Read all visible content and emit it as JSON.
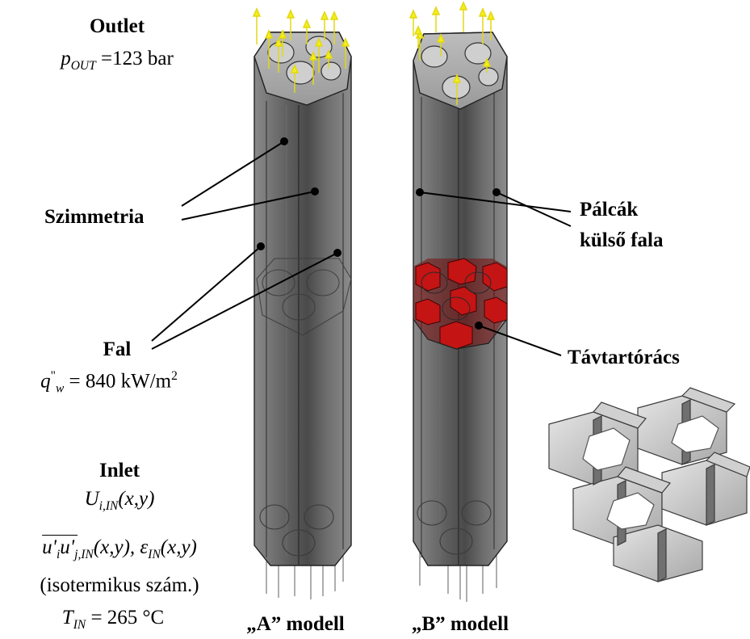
{
  "outlet": {
    "title": "Outlet",
    "p_sym": "p",
    "p_sub": "OUT",
    "p_value": "=123 bar"
  },
  "szimmetria": {
    "label": "Szimmetria"
  },
  "fal": {
    "label": "Fal",
    "q_sym": "q",
    "q_sup": "\"",
    "q_sub": "w",
    "q_value": "= 840 kW/m",
    "q_exp": "2"
  },
  "palcak": {
    "line1": "Pálcák",
    "line2": "külső fala"
  },
  "tavtartoracs": {
    "label": "Távtartórács"
  },
  "inlet": {
    "title": "Inlet",
    "u_sym": "U",
    "u_sub": "i,IN",
    "u_args": "(x,y)",
    "rs_a": "u'",
    "rs_a_sub": "i",
    "rs_b": "u'",
    "rs_b_sub": "j",
    "rs_tail_sub": ",IN",
    "rs_args": "(x,y),",
    "eps_sym": "ε",
    "eps_sub": "IN",
    "eps_args": "(x,y)",
    "note": "(isotermikus szám.)",
    "t_sym": "T",
    "t_sub": "IN",
    "t_value": "= 265 °C"
  },
  "model_a": {
    "label": "„A” modell"
  },
  "model_b": {
    "label": "„B” modell"
  },
  "colors": {
    "column_body": "#646464",
    "column_light": "#8c8c8c",
    "column_dark": "#3f3f3f",
    "arrow_yellow": "#f4ee1c",
    "spacer_red": "#c41414",
    "grid_gray": "#b4b4b4"
  }
}
